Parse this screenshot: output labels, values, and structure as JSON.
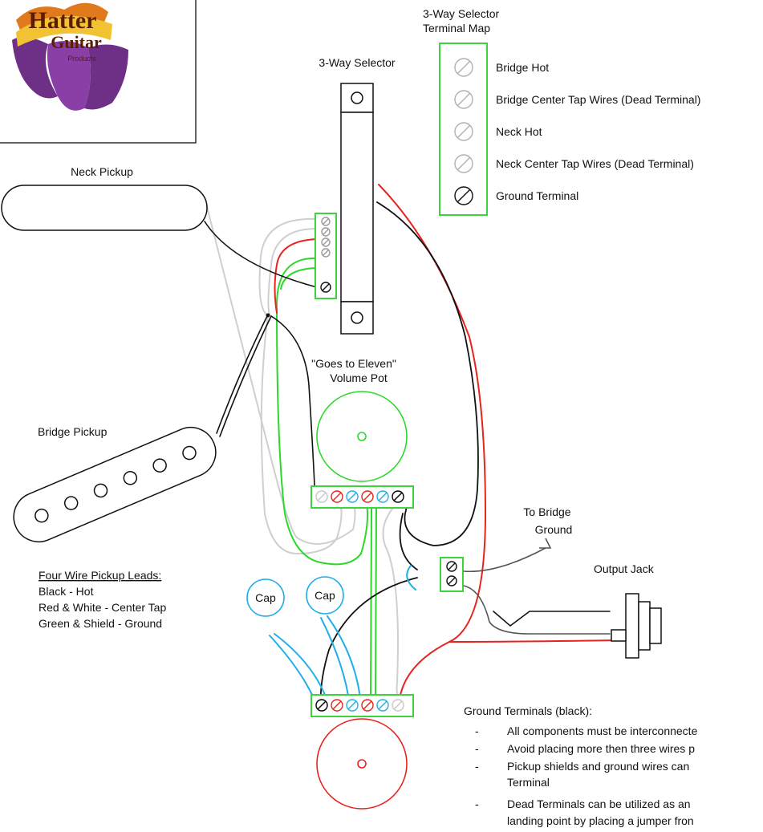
{
  "selector": {
    "title": "3-Way Selector",
    "map_title_line1": "3-Way Selector",
    "map_title_line2": "Terminal Map",
    "map_items": [
      {
        "label": "Bridge Hot",
        "kind": "dead"
      },
      {
        "label": "Bridge Center Tap Wires (Dead Terminal)",
        "kind": "dead"
      },
      {
        "label": "Neck Hot",
        "kind": "dead"
      },
      {
        "label": "Neck Center Tap Wires (Dead Terminal)",
        "kind": "dead"
      },
      {
        "label": "Ground Terminal",
        "kind": "ground"
      }
    ]
  },
  "pickups": {
    "neck": "Neck Pickup",
    "bridge": "Bridge Pickup"
  },
  "volume": {
    "line1": "\"Goes to Eleven\"",
    "line2": "Volume Pot"
  },
  "caps": [
    "Cap",
    "Cap"
  ],
  "bridge_ground": {
    "line1": "To Bridge",
    "line2": "Ground"
  },
  "output_jack": "Output Jack",
  "leads": {
    "heading": "Four Wire Pickup Leads:",
    "lines": [
      "Black - Hot",
      "Red & White - Center Tap",
      "Green & Shield - Ground"
    ]
  },
  "notes": {
    "heading": "Ground Terminals (black):",
    "items": [
      "All components must be interconnecte",
      "Avoid placing more then three wires p",
      "Pickup shields and ground wires can",
      "Terminal",
      "Dead Terminals can be utilized as an",
      "landing point by placing a jumper fron"
    ]
  },
  "logo": {
    "line1": "Hatter",
    "line2": "Guitar",
    "line3": "Products"
  },
  "colors": {
    "hot": "#000000",
    "center_tap": "#e8231e",
    "ground": "#2cd82c",
    "shield": "#c8c8c8",
    "cap": "#22aee6",
    "terminal_box": "#3cd43c"
  }
}
